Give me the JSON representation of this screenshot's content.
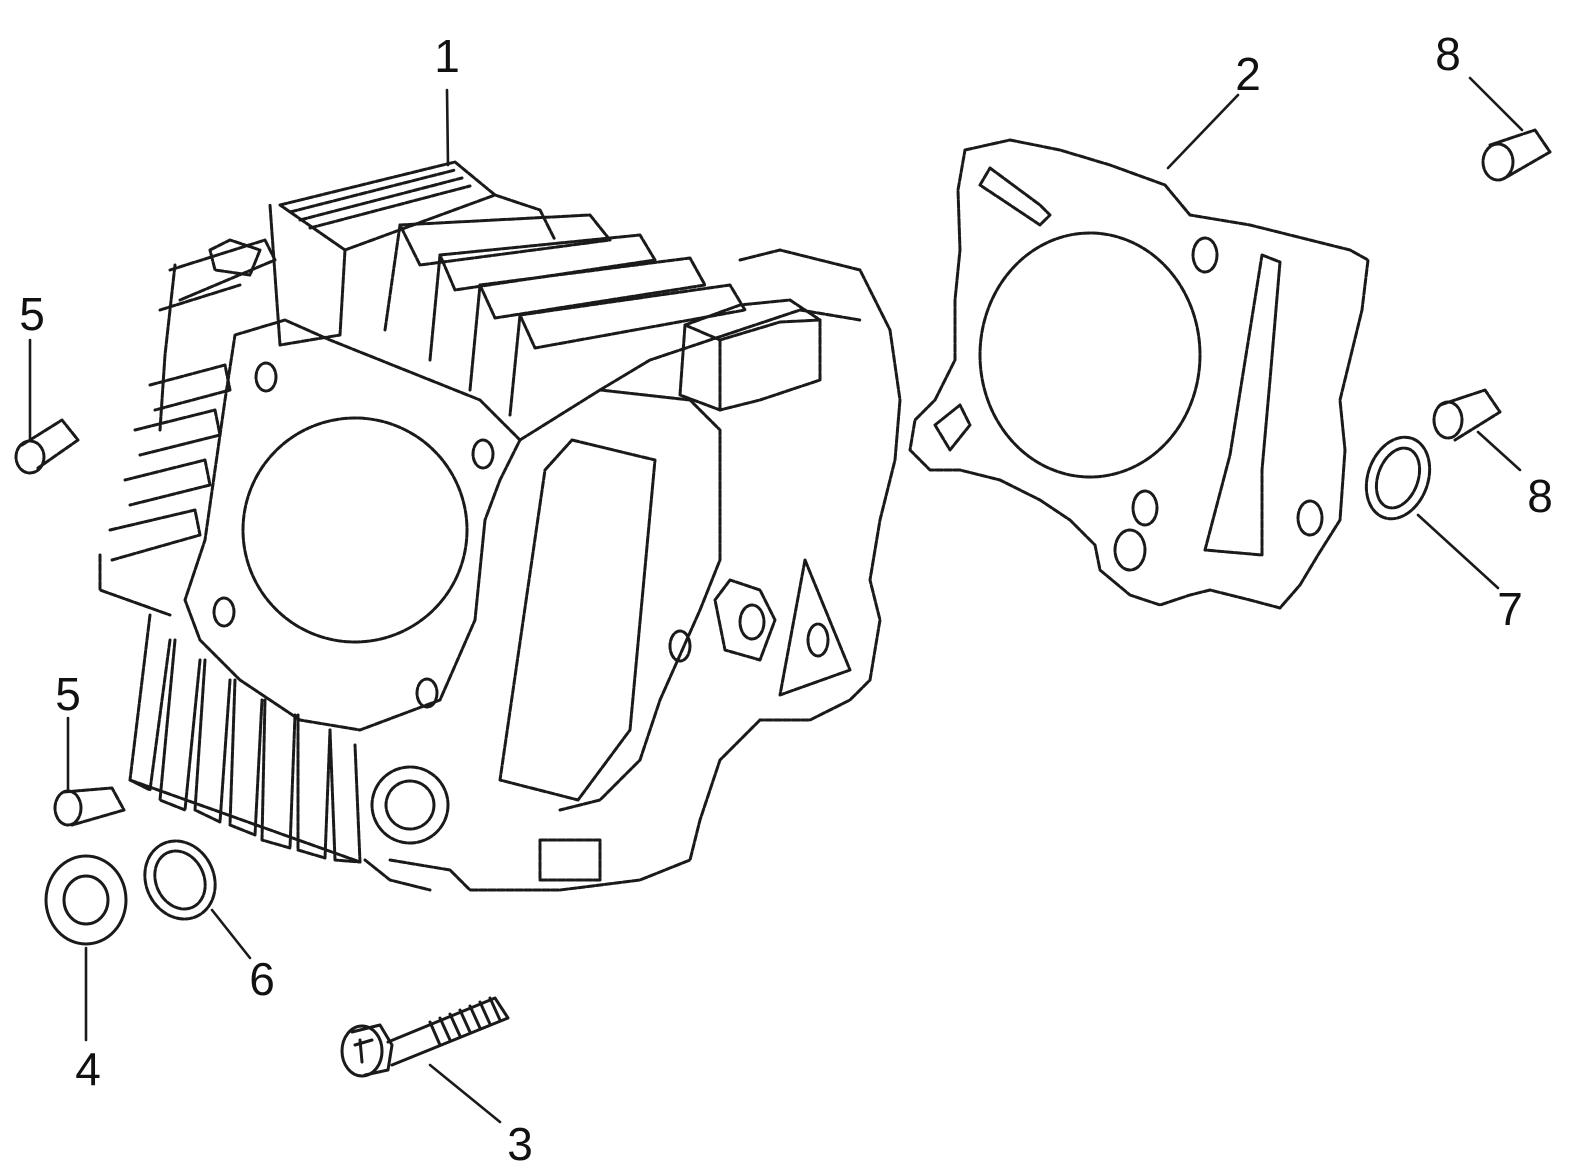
{
  "callouts": [
    {
      "id": "c1",
      "text": "1"
    },
    {
      "id": "c2",
      "text": "2"
    },
    {
      "id": "c3",
      "text": "3"
    },
    {
      "id": "c4",
      "text": "4"
    },
    {
      "id": "c5a",
      "text": "5"
    },
    {
      "id": "c5b",
      "text": "5"
    },
    {
      "id": "c6",
      "text": "6"
    },
    {
      "id": "c7",
      "text": "7"
    },
    {
      "id": "c8a",
      "text": "8"
    },
    {
      "id": "c8b",
      "text": "8"
    }
  ],
  "colors": {
    "line": "#1a1a1a",
    "background": "#ffffff"
  }
}
